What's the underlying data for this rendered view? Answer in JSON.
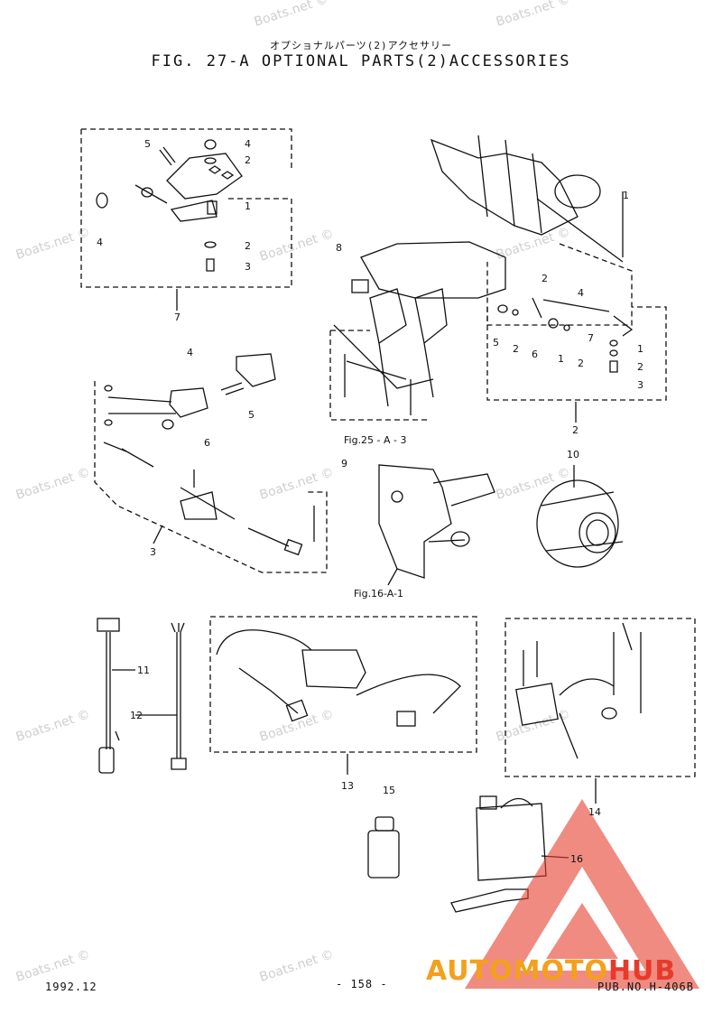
{
  "header": {
    "subtitle": "オプショナルパーツ(2)アクセサリー",
    "title": "FIG. 27-A OPTIONAL PARTS(2)ACCESSORIES"
  },
  "callouts": [
    "1",
    "2",
    "3",
    "4",
    "5",
    "6",
    "7",
    "8",
    "9",
    "10",
    "11",
    "12",
    "13",
    "14",
    "15",
    "16"
  ],
  "references": {
    "fig25": "Fig.25 - A - 3",
    "fig16": "Fig.16-A-1"
  },
  "watermark": "Boats.net ©",
  "footer": {
    "date": "1992.12",
    "page": "- 158 -",
    "pub": "PUB.NO.H-406B"
  },
  "logo": {
    "part1": "AUTOMOTO",
    "part2": "HUB",
    "color_primary": "#e63a2a",
    "color_secondary": "#f4a01c"
  }
}
